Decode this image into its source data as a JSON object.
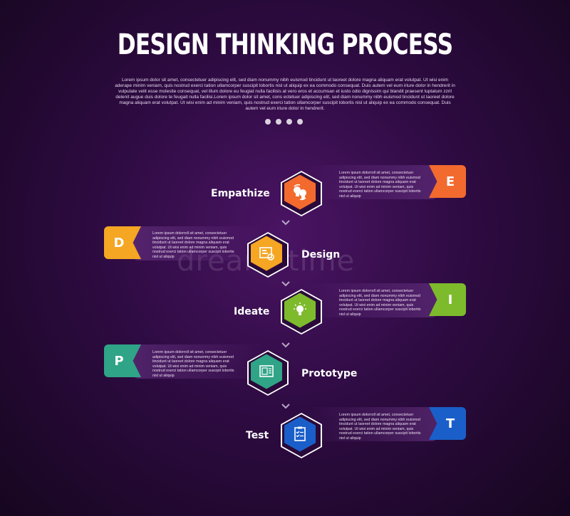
{
  "title": "DESIGN THINKING PROCESS",
  "intro": "Lorem ipsum dolor sit amet, consectetuer adipiscing elit, sed diam nonummy nibh euismod tincidunt ut laoreet dolore magna aliquam erat volutpat. Ut wisi enim aderape minim veniam, quis nostrud exerci tation ullamcorper suscipit lobortis nisl ut aliquip ex ea commodo consequat. Duis autem vel eum iriure dolor in hendrerit in vulputate velit esse molestie consequat, vel illum dolore eu feugiat nulla facilisis at vero eros et accumsan et iusto odio dignissim qui blandit praesent luptatum zzril delenit augue duis dolore te feugait nulla facilisi.Lorem ipsum dolor sit amet, cons ectetuer adipiscing elit, sed diam nonummy nibh euismod tincidunt ut laoreet dolore magna aliquam erat volutpat. Ut wisi enim ad minim veniam, quis nostrud exerci tation ullamcorper suscipit lobortis nisl ut aliquip ex ea commodo consequat. Duis autem vel eum iriure dolor in hendrerit.",
  "steps": [
    {
      "label": "Empathize",
      "letter": "E",
      "color": "#f26a2e",
      "icon": "empathy-heads-icon",
      "text": "Lorem ipsum dolorroll sit amet, consectetuer adipiscing elit, sed diam nonummy nibh euismod tincidunt ut laoreet dolore magna aliquam erat volutpat. Ut wisi enim ad minim veniam, quis nostrud exerci tation ullamcorper suscipit lobortis nisl ut aliquip"
    },
    {
      "label": "Design",
      "letter": "D",
      "color": "#f5a623",
      "icon": "design-board-icon",
      "text": "Lorem ipsum dolorroll sit amet, consectetuer adipiscing elit, sed diam nonummy nibh euismod tincidunt ut laoreet dolore magna aliquam erat volutpat. Ut wisi enim ad minim veniam, quis nostrud exerci tation ullamcorper suscipit lobortis nisl ut aliquip"
    },
    {
      "label": "Ideate",
      "letter": "I",
      "color": "#7dbb2c",
      "icon": "lightbulb-icon",
      "text": "Lorem ipsum dolorroll sit amet, consectetuer adipiscing elit, sed diam nonummy nibh euismod tincidunt ut laoreet dolore magna aliquam erat volutpat. Ut wisi enim ad minim veniam, quis nostrud exerci tation ullamcorper suscipit lobortis nisl ut aliquip"
    },
    {
      "label": "Prototype",
      "letter": "P",
      "color": "#2fa486",
      "icon": "blueprint-icon",
      "text": "Lorem ipsum dolorroll sit amet, consectetuer adipiscing elit, sed diam nonummy nibh euismod tincidunt ut laoreet dolore magna aliquam erat volutpat. Ut wisi enim ad minim veniam, quis nostrud exerci tation ullamcorper suscipit lobortis nisl ut aliquip"
    },
    {
      "label": "Test",
      "letter": "T",
      "color": "#1a5fc9",
      "icon": "checklist-icon",
      "text": "Lorem ipsum dolorroll sit amet, consectetuer adipiscing elit, sed diam nonummy nibh euismod tincidunt ut laoreet dolore magna aliquam erat volutpat. Ut wisi enim ad minim veniam, quis nostrud exerci tation ullamcorper suscipit lobortis nisl ut aliquip"
    }
  ],
  "watermark": "dreamstime"
}
